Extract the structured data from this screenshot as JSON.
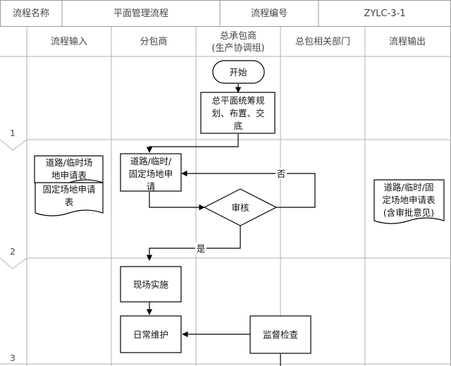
{
  "header": {
    "name_label": "流程名称",
    "name_value": "平面管理流程",
    "code_label": "流程编号",
    "code_value": "ZYLC-3-1"
  },
  "columns": [
    {
      "line1": "流程输入",
      "line2": ""
    },
    {
      "line1": "分包商",
      "line2": ""
    },
    {
      "line1": "总承包商",
      "line2": "(生产协调组)"
    },
    {
      "line1": "总包相关部门",
      "line2": ""
    },
    {
      "line1": "流程输出",
      "line2": ""
    }
  ],
  "rows": [
    "1",
    "2",
    "3"
  ],
  "nodes": {
    "start": "开始",
    "plan": [
      "总平面统筹规",
      "划、布置、交",
      "底"
    ],
    "doc_in_1": [
      "道路/临时场",
      "地申请表"
    ],
    "doc_in_2": [
      "固定场地申请",
      "表"
    ],
    "apply": [
      "道路/临时/",
      "固定场地申",
      "请"
    ],
    "review": "审核",
    "doc_out": [
      "道路/临时/固",
      "定场地申请表",
      "(含审批意见)"
    ],
    "implement": "现场实施",
    "maintain": "日常维护",
    "inspect": "监督检查"
  },
  "edges": {
    "no": "否",
    "yes": "是"
  }
}
